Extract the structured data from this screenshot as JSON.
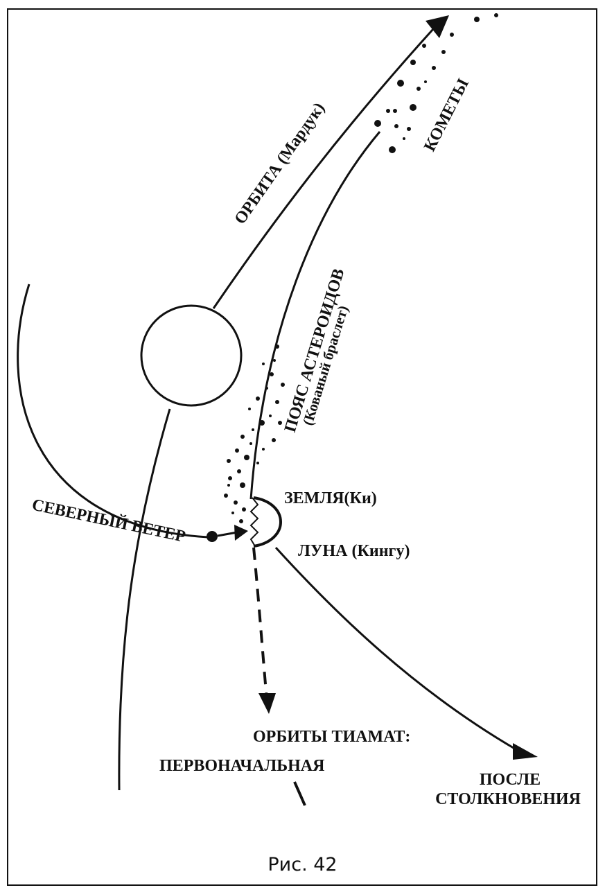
{
  "colors": {
    "ink": "#111111",
    "background": "#ffffff"
  },
  "labels": {
    "orbit_marduk": "ОРБИТА (Мардук)",
    "comets": "КОМЕТЫ",
    "asteroid_belt": "ПОЯС АСТЕРОИДОВ",
    "hammered_bracelet": "(Кованый браслет)",
    "earth": "ЗЕМЛЯ(Ки)",
    "moon": "ЛУНА (Кингу)",
    "north_wind": "СЕВЕРНЫЙ ВЕТЕР",
    "tiamat_orbits": "ОРБИТЫ ТИАМАТ:",
    "original": "ПЕРВОНАЧАЛЬНАЯ",
    "after_collision_1": "ПОСЛЕ",
    "after_collision_2": "СТОЛКНОВЕНИЯ"
  },
  "caption": "Рис. 42"
}
